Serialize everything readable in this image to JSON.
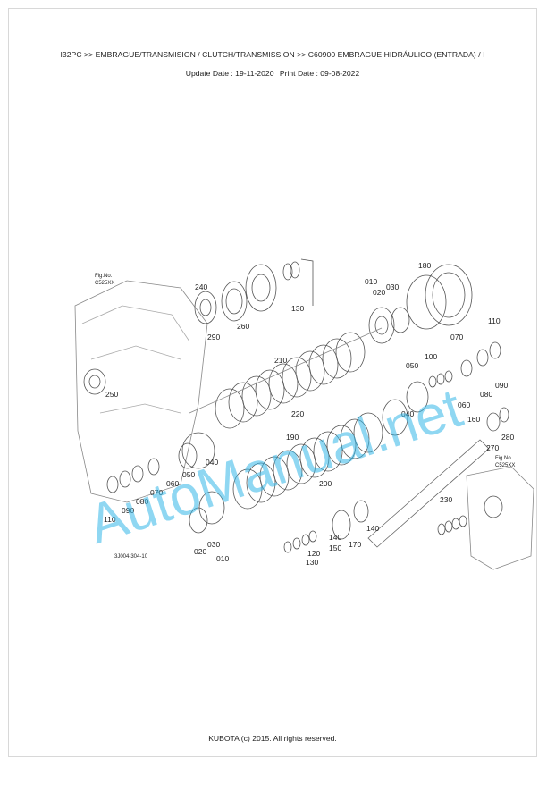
{
  "header": {
    "path": "I32PC >> EMBRAGUE/TRANSMISION / CLUTCH/TRANSMISSION >> C60900   EMBRAGUE HIDRÁULICO (ENTRADA) / I",
    "update_date": "Update Date : 19-11-2020",
    "print_date": "Print Date : 09-08-2022"
  },
  "diagram": {
    "fig_left_label": "Fig.No.",
    "fig_left_code": "C525XX",
    "fig_right_label": "Fig.No.",
    "fig_right_code": "C525XX",
    "drawing_code": "3J004-304-10",
    "watermark": "AutoManual.net",
    "part_numbers": [
      "240",
      "260",
      "130",
      "290",
      "010",
      "020",
      "030",
      "180",
      "070",
      "110",
      "100",
      "090",
      "080",
      "060",
      "050",
      "040",
      "250",
      "210",
      "220",
      "160",
      "270",
      "280",
      "190",
      "200",
      "060",
      "050",
      "040",
      "070",
      "080",
      "090",
      "110",
      "230",
      "140",
      "170",
      "140",
      "150",
      "120",
      "130",
      "020",
      "030",
      "010"
    ]
  },
  "footer": {
    "copyright": "KUBOTA (c) 2015. All rights reserved."
  }
}
